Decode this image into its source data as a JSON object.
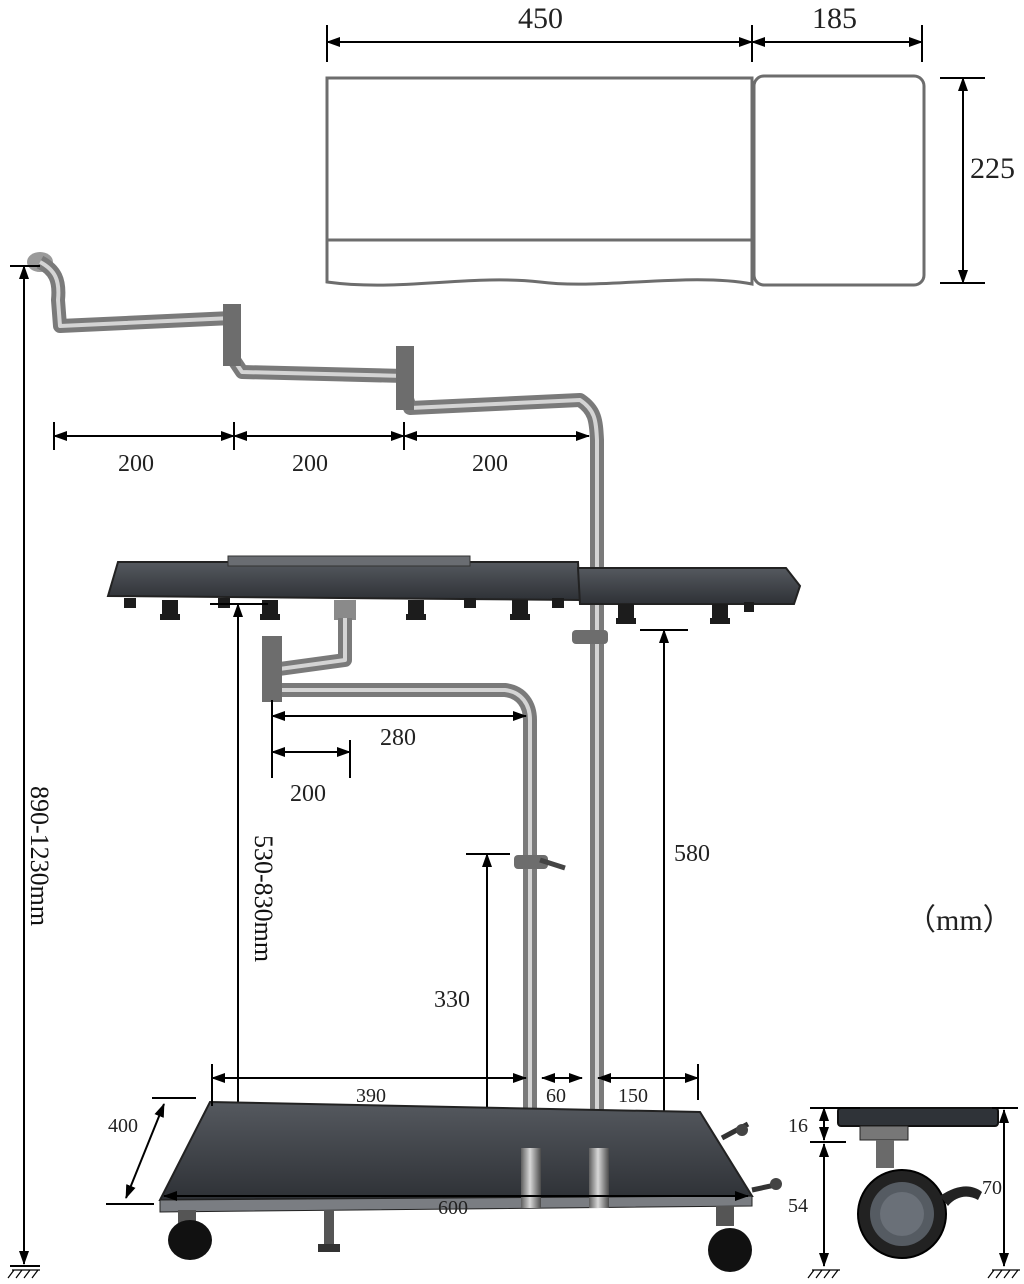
{
  "units_label": "（mm）",
  "top_view": {
    "width_main": "450",
    "width_side": "185",
    "depth": "225"
  },
  "arm": {
    "segment_1": "200",
    "segment_2": "200",
    "segment_3": "200"
  },
  "lower_arm": {
    "reach": "280",
    "segment": "200"
  },
  "heights": {
    "total": "890-1230mm",
    "tray": "530-830mm",
    "upper_pole": "580",
    "lower_pole": "330"
  },
  "base": {
    "left_offset": "390",
    "pole_gap": "60",
    "right_offset": "150",
    "depth": "400",
    "width": "600",
    "side_height": "54"
  },
  "caster": {
    "plate": "16",
    "total": "70"
  },
  "colors": {
    "steel": "#8a8a8a",
    "panel": "#3a3d42",
    "line": "#000000"
  }
}
